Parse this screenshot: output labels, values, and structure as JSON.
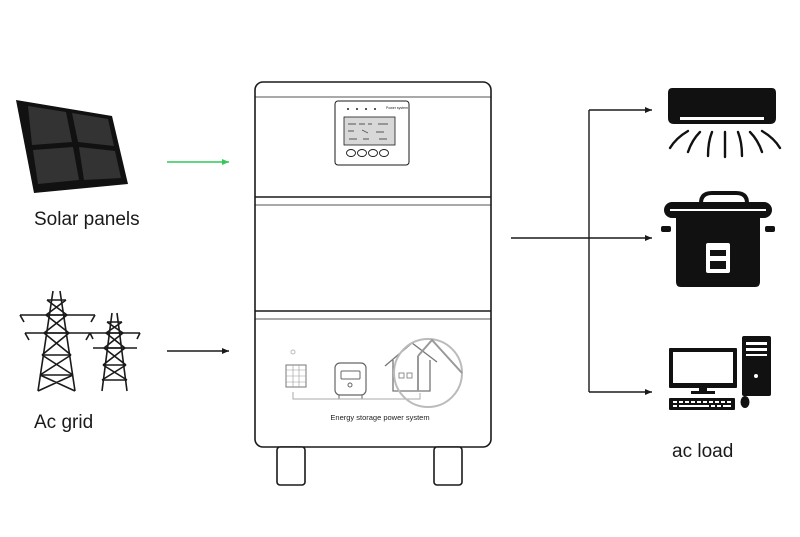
{
  "labels": {
    "solar_panels": "Solar panels",
    "ac_grid": "Ac grid",
    "ac_load": "ac load",
    "ess_caption": "Energy storage power system",
    "lcd_brand": "Power system"
  },
  "colors": {
    "solar_arrow": "#34c759",
    "line": "#1a1a1a",
    "cabinet_stroke": "#1a1a1a",
    "device_fill": "#111111"
  },
  "icons": {
    "solar": "solar-panel-icon",
    "grid": "power-tower-icon",
    "ac": "air-conditioner-icon",
    "cooker": "rice-cooker-icon",
    "pc": "desktop-computer-icon"
  }
}
